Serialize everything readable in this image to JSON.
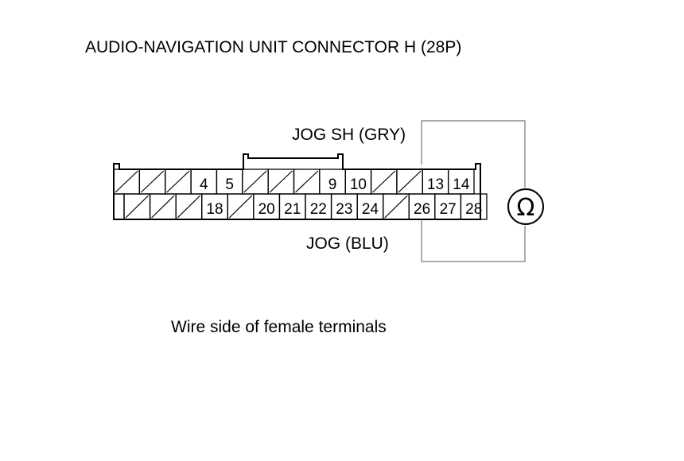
{
  "title": "AUDIO-NAVIGATION UNIT CONNECTOR H (28P)",
  "caption": "Wire side of female terminals",
  "connector": {
    "top_row": [
      "",
      "",
      "",
      "4",
      "5",
      "",
      "",
      "",
      "9",
      "10",
      "",
      "",
      "13",
      "14"
    ],
    "bottom_row": [
      "",
      "",
      "",
      "",
      "18",
      "",
      "20",
      "21",
      "22",
      "23",
      "24",
      "",
      "26",
      "27",
      "28"
    ]
  },
  "wires": {
    "upper_label": "JOG SH (GRY)",
    "lower_label": "JOG (BLU)"
  },
  "meter": {
    "symbol": "Ω",
    "icon": "ohmmeter-icon"
  }
}
